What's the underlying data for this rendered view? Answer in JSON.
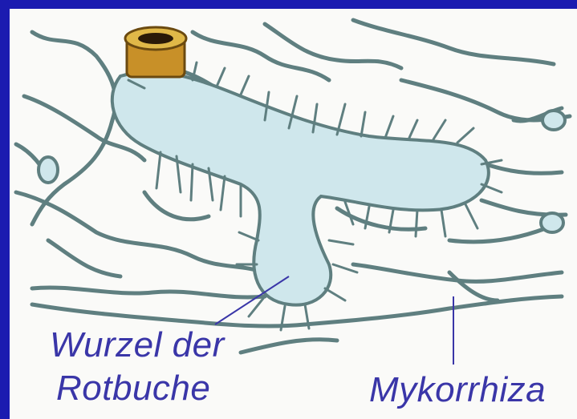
{
  "labels": {
    "root_line1": "Wurzel der",
    "root_line2": "Rotbuche",
    "mycorrhiza": "Mykorrhiza"
  },
  "colors": {
    "frame": "#1b1bb0",
    "background": "#fafaf8",
    "label_text": "#3a36a8",
    "root_fill": "#cfe7ec",
    "hyphae": "#5f7f80",
    "stump": "#c89028"
  }
}
